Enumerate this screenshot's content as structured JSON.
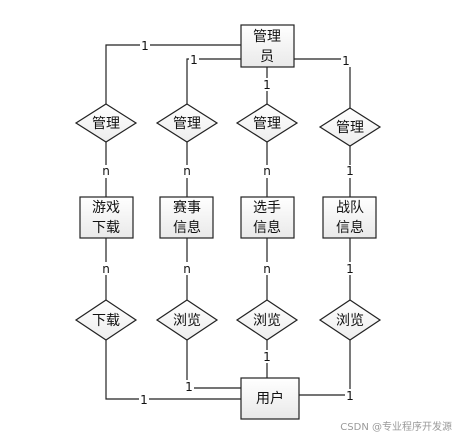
{
  "entities": {
    "admin": [
      "管理",
      "员"
    ],
    "game": [
      "游戏",
      "下载"
    ],
    "event": [
      "赛事",
      "信息"
    ],
    "player": [
      "选手",
      "信息"
    ],
    "team": [
      "战队",
      "信息"
    ],
    "user": "用户"
  },
  "relations": {
    "manage_1": "管理",
    "manage_2": "管理",
    "manage_3": "管理",
    "manage_4": "管理",
    "download": "下载",
    "browse_1": "浏览",
    "browse_2": "浏览",
    "browse_3": "浏览"
  },
  "cardinalities": {
    "c1": "1",
    "c2": "1",
    "c3": "1",
    "c4": "1",
    "c5": "n",
    "c6": "n",
    "c7": "n",
    "c8": "1",
    "c9": "n",
    "c10": "n",
    "c11": "n",
    "c12": "1",
    "c13": "1",
    "c14": "1",
    "c15": "1",
    "c16": "1"
  },
  "watermark": "CSDN @专业程序开发源"
}
